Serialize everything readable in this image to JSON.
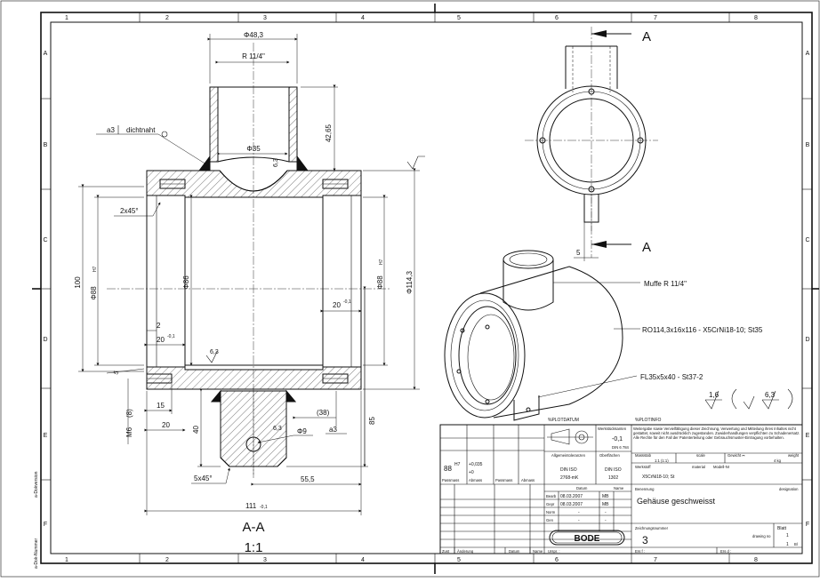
{
  "grid": {
    "columns": [
      "1",
      "2",
      "3",
      "4",
      "5",
      "6",
      "7",
      "8"
    ],
    "rows": [
      "A",
      "B",
      "C",
      "D",
      "E",
      "F"
    ]
  },
  "margin_labels": {
    "left_upper": "a-Dokversion",
    "left_lower": "a-Dok-Nummer"
  },
  "section_view": {
    "top_dia": "Φ48,3",
    "thread": "R 11/4\"",
    "height_42": "42,65",
    "weld_callout": "a3",
    "weld_text": "dichtnaht",
    "bore": "Φ35",
    "rough_63a": "6,3",
    "chamfer": "2x45°",
    "dim_100": "100",
    "dia88_left": "Φ88",
    "h7_left": "H7",
    "dia86": "Φ86",
    "dia88_right": "Φ88",
    "h7_right": "H7",
    "dia114": "Φ114,3",
    "dim_20_right": "20",
    "tol_20_right": "-0,1",
    "dim_2": "2",
    "dim_20_left": "20",
    "tol_20_left": "-0,1",
    "rough_63b": "6,3",
    "dim_5": "5",
    "dim_15": "15",
    "thread_m6": "M6",
    "thread_len": "(8)",
    "dim_20_lug": "20",
    "dim_40": "40",
    "rough_63c": "6,3",
    "dia9": "Φ9",
    "a3_lower": "a3",
    "dim_38": "(38)",
    "dim_85": "85",
    "chamfer_lug": "5x45°",
    "dim_555": "55,5",
    "dim_111": "111",
    "tol_111": "-0,1",
    "section_label": "A-A",
    "scale": "1:1"
  },
  "side_view": {
    "arrow_top": "A",
    "arrow_bottom": "A",
    "dim_5": "5"
  },
  "iso_view": {
    "label_muffe": "Muffe R 11/4\"",
    "label_rohr": "RO114,3x16x116 - X5CrNi18-10; St35",
    "label_flansch": "FL35x5x40 - St37-2"
  },
  "surface": {
    "rough_16": "1,6",
    "rough_63": "6,3"
  },
  "title_block": {
    "plotdatum": "%PLOTDATUM",
    "plotinfo": "%PLOTINFO",
    "werkstueckkanten": "Werkstückkanten",
    "kanten_tol": "-0,1",
    "kanten_norm": "DIN 6 784",
    "legal_text": "Weitergabe sowie Vervielfältigung dieser Zeichnung, Verwertung und Mitteilung ihres Inhaltes nicht gestattet, soweit nicht ausdrücklich zugestanden. Zuwiderhandlungen verpflichten zu Schadenersatz. Alle Rechte für den Fall der Patenterteilung oder Gebrauchsmuster-Eintragung vorbehalten.",
    "allg_label": "Allgemeintoleranzen",
    "oberfl_label": "Oberflächen",
    "allg_norm": "DIN ISO",
    "allg_class": "2768-mK",
    "oberfl_norm": "DIN ISO",
    "oberfl_class": "1302",
    "massstab_label": "Massstab",
    "massstab_val": "1:1 (1:1)",
    "scale_label": "scale",
    "gewicht_label": "Gewicht ∺",
    "weight_label": "weight",
    "gewicht_val": "4 kg",
    "werkstoff_label": "Werkstoff",
    "material_label": "material",
    "modell_label": "Modell-Nr",
    "werkstoff_val": "X5CrNi18-10; St",
    "fit_nominal": "88",
    "fit_class": "H7",
    "fit_upper": "+0,035",
    "fit_lower": "+0",
    "passmass": [
      "Passmass",
      "Abmass",
      "Passmass",
      "Abmass"
    ],
    "datum_label": "Datum",
    "name_label": "Name",
    "bearb_label": "Bearb",
    "bearb_date": "08.03.2007",
    "bearb_name": "MB",
    "gepr_label": "Gepr",
    "gepr_date": "08.03.2007",
    "gepr_name": "MB",
    "norm_label": "Norm",
    "norm_date": "-",
    "norm_name": "-",
    "gen_label": "Gen",
    "gen_date": "-",
    "gen_name": "-",
    "benennung_label": "Benennung",
    "designation_label": "designation",
    "benennung_val": "Gehäuse geschweisst",
    "zeichnungsnummer_label": "Zeichnungsnummer",
    "drawing_no_label": "drawing no",
    "drawing_no": "3",
    "blatt_label": "Blatt",
    "blatt_val": "1",
    "bl_label": "Bl",
    "bl_val": "1",
    "company": "BODE",
    "zust_label": "Zust",
    "aenderung_label": "Änderung",
    "datum2_label": "Datum",
    "name2_label": "Name",
    "urspr_label": "Urspr. :",
    "ersf_label": "Ers f :",
    "ersd_label": "Ers d :"
  }
}
